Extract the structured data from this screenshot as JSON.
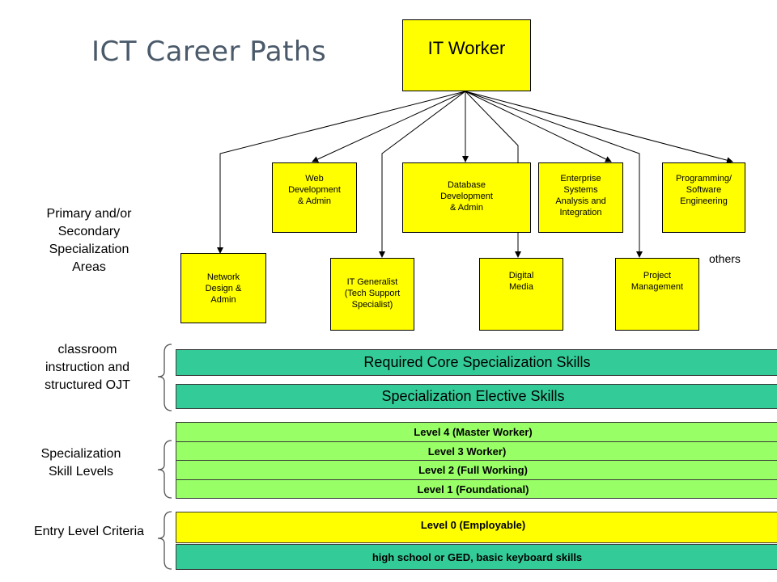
{
  "title": "ICT Career Paths",
  "root": "IT Worker",
  "upper_boxes": [
    "Web\nDevelopment\n& Admin",
    "Database\nDevelopment\n& Admin",
    "Enterprise\nSystems\nAnalysis and\nIntegration",
    "Programming/\nSoftware\nEngineering"
  ],
  "lower_boxes": [
    "Network\nDesign &\nAdmin",
    "IT Generalist\n(Tech Support\nSpecialist)",
    "Digital\nMedia",
    "Project\nManagement"
  ],
  "others": "others",
  "side_labels": {
    "areas": "Primary and/or\nSecondary\nSpecialization\nAreas",
    "classroom": "classroom\ninstruction and\nstructured OJT",
    "levels": "Specialization\nSkill Levels",
    "entry": "Entry Level Criteria"
  },
  "bars": {
    "core": "Required Core Specialization Skills",
    "elective": "Specialization Elective Skills",
    "level4": "Level 4 (Master  Worker)",
    "level3": "Level 3  Worker)",
    "level2": "Level 2 (Full Working)",
    "level1": "Level 1 (Foundational)",
    "level0": "Level 0 (Employable)",
    "hs": "high school or GED, basic keyboard skills"
  },
  "colors": {
    "box": "#ffff00",
    "teal_bar": "#33cc99",
    "green_bar": "#99ff66",
    "title": "#4a5a6a"
  }
}
